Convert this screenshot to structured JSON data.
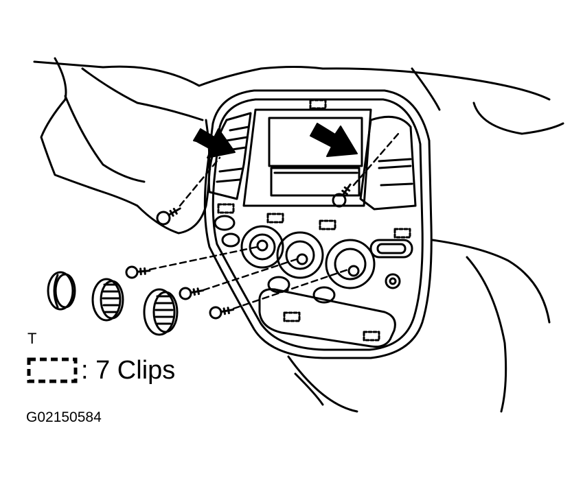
{
  "figure": {
    "corner_mark": "T",
    "legend_text": ": 7 Clips",
    "figure_id": "G02150584"
  },
  "colors": {
    "ink": "#000000",
    "paper": "#ffffff"
  },
  "icons": {
    "clip": "clip-icon",
    "screw": "screw-icon",
    "arrow": "arrow-icon",
    "knob": "knob-icon"
  }
}
